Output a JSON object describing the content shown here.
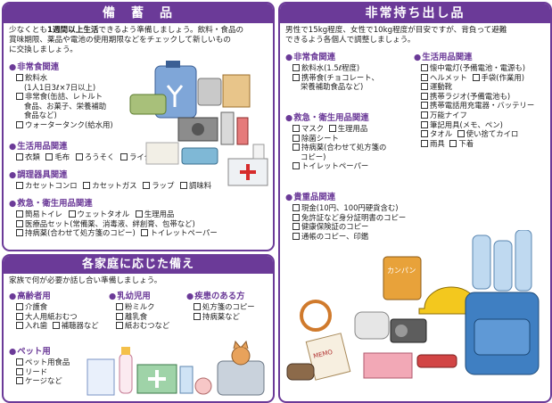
{
  "panel1": {
    "title": "備　蓄　品",
    "intro_a": "少なくとも",
    "intro_b": "1週間以上生活",
    "intro_c": "できるよう準備しましょう。飲料・食品の",
    "intro_d": "賞味期限、薬品や電池の使用期限などをチェックして新しいもの",
    "intro_e": "に交換しましょう。",
    "sections": [
      {
        "title": "非常食関連",
        "items": [
          "飲料水",
          "非常食(缶詰、レトルト",
          "ウォータータンク(給水用)"
        ],
        "subs": [
          "(1人1日3ℓ×7日以上)",
          "食品、お菓子、栄養補助",
          "食品など)"
        ]
      },
      {
        "title": "生活用品関連",
        "items": [
          "衣類",
          "毛布",
          "ろうそく",
          "ライター"
        ]
      },
      {
        "title": "調理器具関連",
        "items": [
          "カセットコンロ",
          "カセットガス",
          "ラップ",
          "調味料"
        ]
      },
      {
        "title": "救急・衛生用品関連",
        "items": [
          "簡易トイレ",
          "ウェットタオル",
          "生理用品",
          "医療品セット(常備薬、消毒液、絆創膏、包帯など)",
          "持病薬(合わせて処方箋のコピー)",
          "トイレットペーパー"
        ]
      }
    ]
  },
  "panel2": {
    "title": "各家庭に応じた備え",
    "intro": "家族で何が必要か話し合い準備しましょう。",
    "sections": [
      {
        "title": "高齢者用",
        "items": [
          "介護食",
          "大人用紙おむつ",
          "入れ歯",
          "補聴器など"
        ]
      },
      {
        "title": "乳幼児用",
        "items": [
          "粉ミルク",
          "離乳食",
          "紙おむつなど"
        ]
      },
      {
        "title": "疾患のある方",
        "items": [
          "処方箋のコピー",
          "持病薬など"
        ]
      },
      {
        "title": "ペット用",
        "items": [
          "ペット用食品",
          "リード",
          "ケージなど"
        ]
      }
    ]
  },
  "panel3": {
    "title": "非常持ち出し品",
    "intro_1": "男性で15kg程度、女性で10kg程度が目安ですが、背負って避難",
    "intro_2": "できるよう各個人で調整しましょう。",
    "sections": [
      {
        "title": "非常食関連",
        "items": [
          "飲料水(1.5ℓ程度)",
          "携帯食(チョコレート、",
          "栄養補助食品など)"
        ]
      },
      {
        "title": "救急・衛生用品関連",
        "items": [
          "マスク",
          "生理用品",
          "除菌シート",
          "持病薬(合わせて処方箋の",
          "コピー)",
          "トイレットペーパー"
        ]
      },
      {
        "title": "生活用品関連",
        "items": [
          "懐中電灯(予備電池・電源も)",
          "ヘルメット",
          "手袋(作業用)",
          "運動靴",
          "携帯ラジオ(予備電池も)",
          "携帯電話用充電器・バッテリー",
          "万能ナイフ",
          "筆記用具(メモ、ペン)",
          "タオル",
          "使い捨てカイロ",
          "雨具",
          "下着"
        ]
      },
      {
        "title": "貴重品関連",
        "items": [
          "現金(10円、100円硬貨含む)",
          "免許証など身分証明書のコピー",
          "健康保険証のコピー",
          "通帳のコピー、印鑑"
        ]
      }
    ],
    "labels": [
      "カンパン",
      "MEMO"
    ]
  },
  "colors": {
    "accent": "#6b3a98",
    "section": "#6b3a98"
  }
}
